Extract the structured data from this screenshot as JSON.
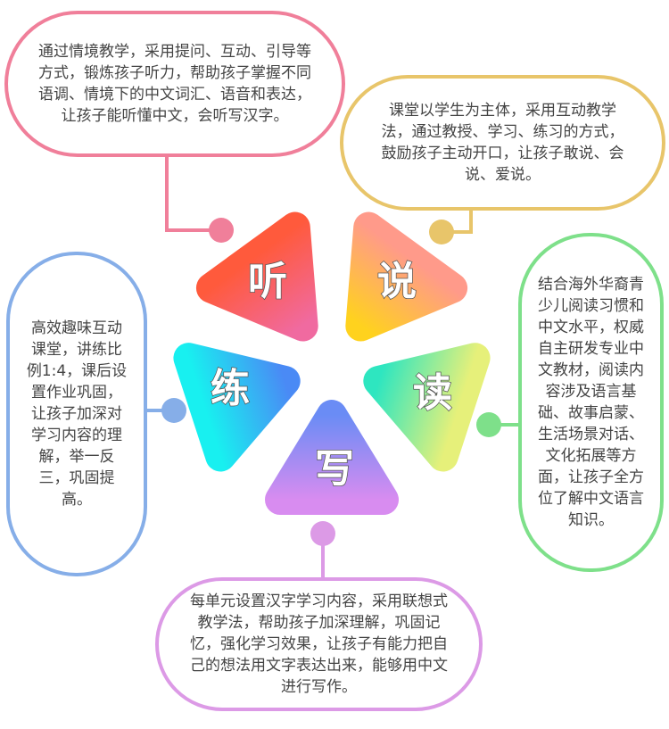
{
  "petals": [
    {
      "label": "听",
      "text": "通过情境教学，采用提问、互动、引导等方式，锻炼孩子听力，帮助孩子掌握不同语调、情境下的中文词汇、语音和表达，让孩子能听懂中文，会听写汉字。",
      "color": "#f07f9a"
    },
    {
      "label": "说",
      "text": "课堂以学生为主体，采用互动教学法，通过教授、学习、练习的方式，鼓励孩子主动开口，让孩子敢说、会说、爱说。",
      "color": "#e8c56a"
    },
    {
      "label": "读",
      "text": "结合海外华裔青少儿阅读习惯和中文水平，权威自主研发专业中文教材，阅读内容涉及语言基础、故事启蒙、生活场景对话、文化拓展等方面，让孩子全方位了解中文语言知识。",
      "color": "#7ee08a"
    },
    {
      "label": "写",
      "text": "每单元设置汉字学习内容，采用联想式教学法，帮助孩子加深理解，巩固记忆，强化学习效果，让孩子有能力把自己的想法用文字表达出来，能够用中文进行写作。",
      "color": "#dc9ae6"
    },
    {
      "label": "练",
      "text": "高效趣味互动课堂，讲练比例1:4，课后设置作业巩固，让孩子加深对学习内容的理解，举一反三，巩固提高。",
      "color": "#86aee8"
    }
  ]
}
